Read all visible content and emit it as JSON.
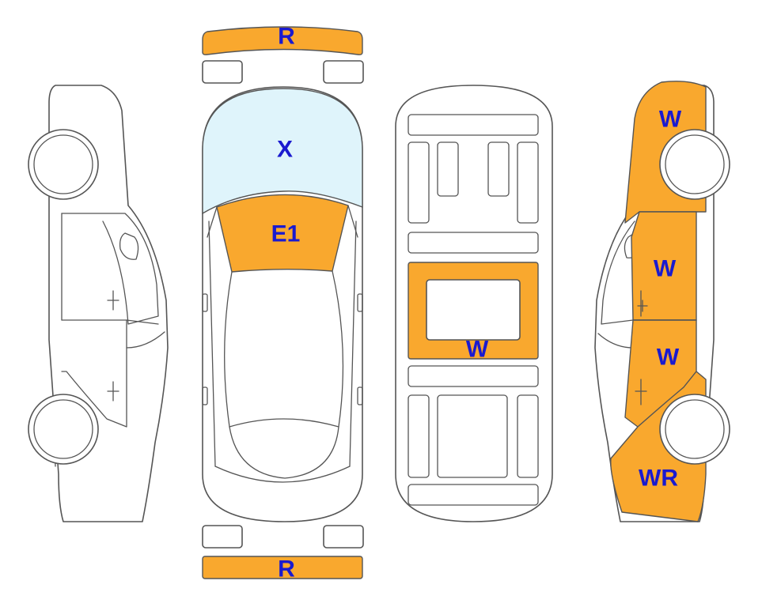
{
  "colors": {
    "damage": "#f9a82e",
    "glass": "#dff4fb",
    "code_text": "#1a1acf",
    "outline": "#555555"
  },
  "labels": {
    "front_bumper": "R",
    "windshield": "X",
    "hood": "E1",
    "roof": "W",
    "rear_bumper": "R",
    "right_front_fender": "W",
    "right_front_door": "W",
    "right_rear_door": "W",
    "right_rear_quarter": "WR"
  }
}
